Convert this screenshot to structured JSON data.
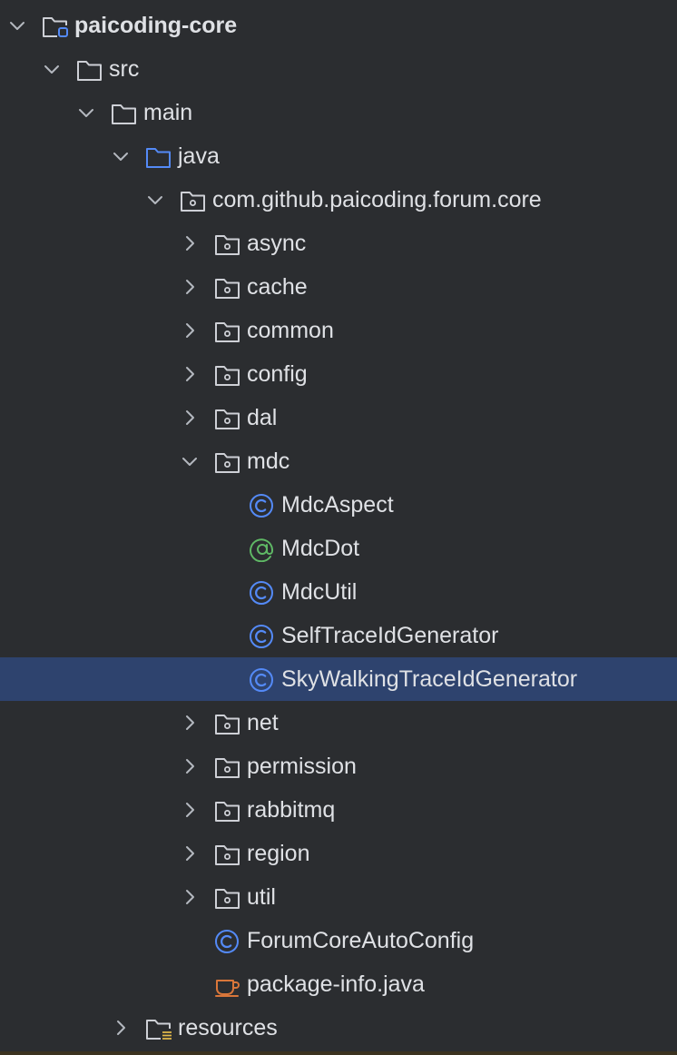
{
  "tree": [
    {
      "label": "paicoding-core",
      "depth": 0,
      "chevron": "down",
      "icon": "module-folder-icon",
      "bold": true
    },
    {
      "label": "src",
      "depth": 1,
      "chevron": "down",
      "icon": "folder-icon"
    },
    {
      "label": "main",
      "depth": 2,
      "chevron": "down",
      "icon": "folder-icon"
    },
    {
      "label": "java",
      "depth": 3,
      "chevron": "down",
      "icon": "source-folder-icon"
    },
    {
      "label": "com.github.paicoding.forum.core",
      "depth": 4,
      "chevron": "down",
      "icon": "package-icon"
    },
    {
      "label": "async",
      "depth": 5,
      "chevron": "right",
      "icon": "package-icon"
    },
    {
      "label": "cache",
      "depth": 5,
      "chevron": "right",
      "icon": "package-icon"
    },
    {
      "label": "common",
      "depth": 5,
      "chevron": "right",
      "icon": "package-icon"
    },
    {
      "label": "config",
      "depth": 5,
      "chevron": "right",
      "icon": "package-icon"
    },
    {
      "label": "dal",
      "depth": 5,
      "chevron": "right",
      "icon": "package-icon"
    },
    {
      "label": "mdc",
      "depth": 5,
      "chevron": "down",
      "icon": "package-icon"
    },
    {
      "label": "MdcAspect",
      "depth": 6,
      "chevron": "none",
      "icon": "class-icon"
    },
    {
      "label": "MdcDot",
      "depth": 6,
      "chevron": "none",
      "icon": "annotation-icon"
    },
    {
      "label": "MdcUtil",
      "depth": 6,
      "chevron": "none",
      "icon": "class-icon"
    },
    {
      "label": "SelfTraceIdGenerator",
      "depth": 6,
      "chevron": "none",
      "icon": "class-icon"
    },
    {
      "label": "SkyWalkingTraceIdGenerator",
      "depth": 6,
      "chevron": "none",
      "icon": "class-icon",
      "selected": true
    },
    {
      "label": "net",
      "depth": 5,
      "chevron": "right",
      "icon": "package-icon"
    },
    {
      "label": "permission",
      "depth": 5,
      "chevron": "right",
      "icon": "package-icon"
    },
    {
      "label": "rabbitmq",
      "depth": 5,
      "chevron": "right",
      "icon": "package-icon"
    },
    {
      "label": "region",
      "depth": 5,
      "chevron": "right",
      "icon": "package-icon"
    },
    {
      "label": "util",
      "depth": 5,
      "chevron": "right",
      "icon": "package-icon"
    },
    {
      "label": "ForumCoreAutoConfig",
      "depth": 5,
      "chevron": "none",
      "icon": "class-icon"
    },
    {
      "label": "package-info.java",
      "depth": 5,
      "chevron": "none",
      "icon": "java-file-icon"
    },
    {
      "label": "resources",
      "depth": 3,
      "chevron": "right",
      "icon": "resources-folder-icon"
    }
  ],
  "colors": {
    "background": "#2b2d30",
    "selection": "#2e436e",
    "text": "#dfe1e5",
    "icon_stroke": "#ced0d6",
    "chevron": "#b4b8bf",
    "class_blue": "#548af7",
    "annotation_green": "#5fb865",
    "java_orange": "#d9763a"
  }
}
